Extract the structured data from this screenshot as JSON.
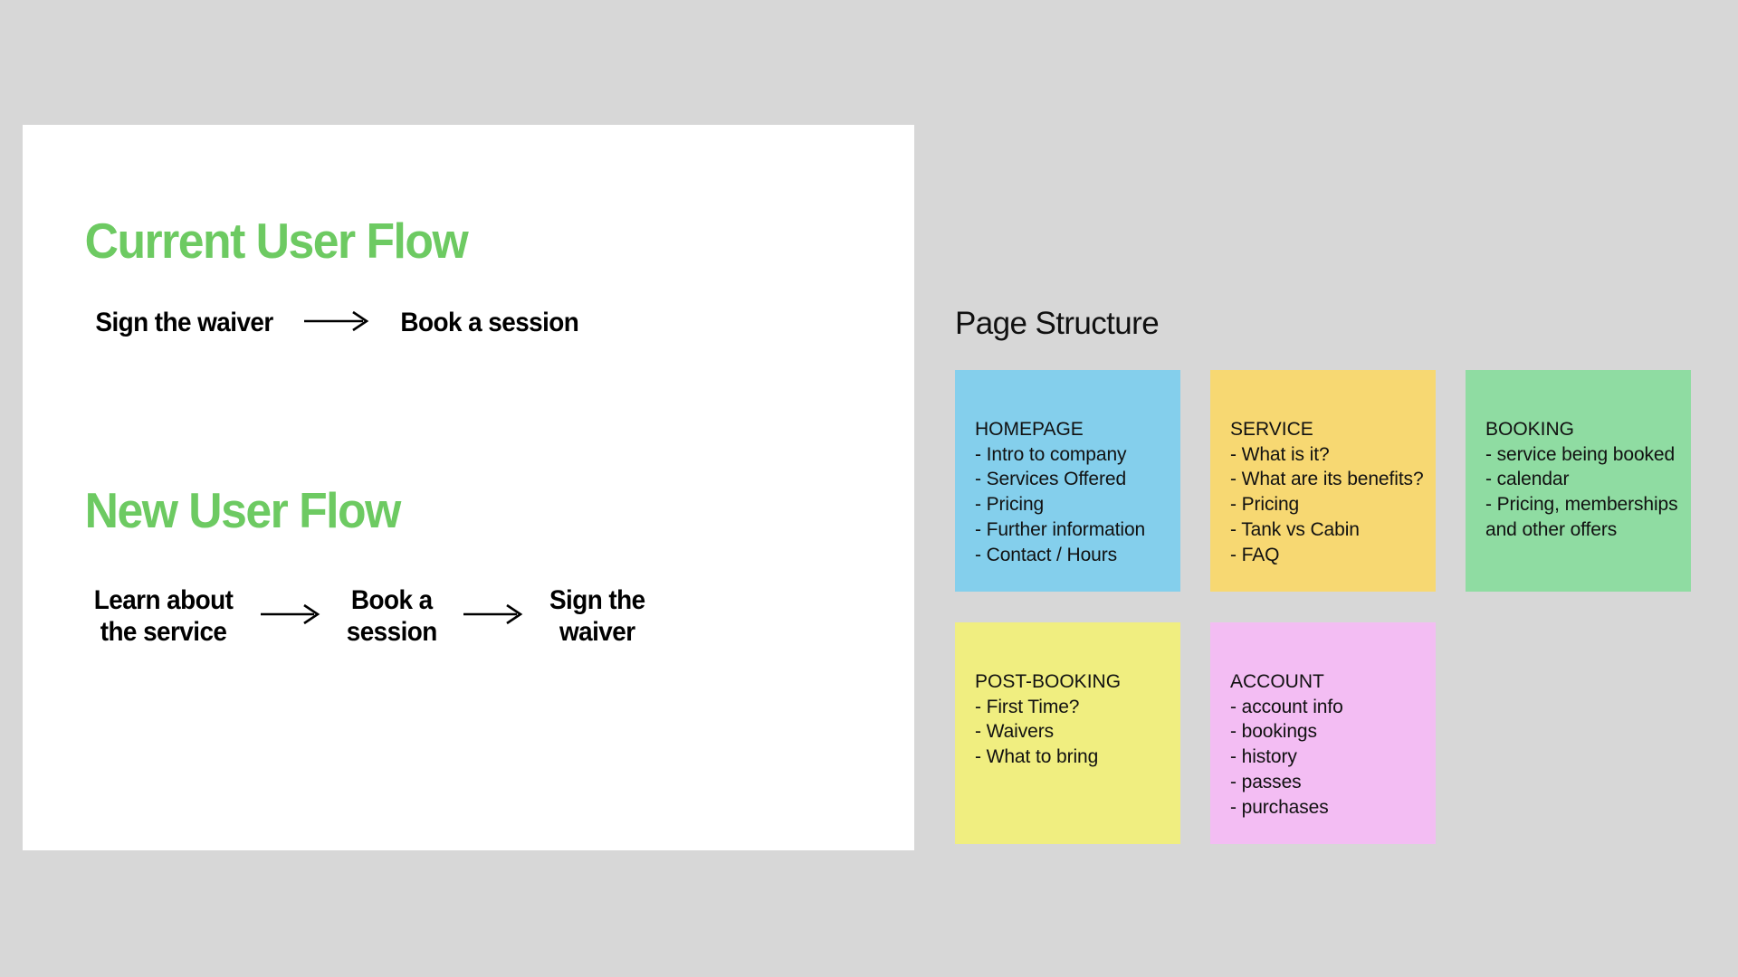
{
  "background_color": "#d7d7d7",
  "card": {
    "background_color": "#ffffff"
  },
  "accent_color": "#6dca62",
  "flows": {
    "current": {
      "heading": "Current User Flow",
      "steps": [
        "Sign the waiver",
        "Book a session"
      ],
      "arrow_icon": "arrow-right-icon"
    },
    "new": {
      "heading": "New User Flow",
      "steps": [
        "Learn about\nthe service",
        "Book a\nsession",
        "Sign the\nwaiver"
      ],
      "arrow_icon": "arrow-right-icon"
    }
  },
  "structure": {
    "title": "Page Structure",
    "notes": [
      {
        "title": "HOMEPAGE",
        "color": "#84cfec",
        "items": [
          "- Intro to company",
          "- Services Offered",
          "- Pricing",
          "- Further information",
          "- Contact / Hours"
        ]
      },
      {
        "title": "SERVICE",
        "color": "#f7d872",
        "items": [
          "- What is it?",
          "- What are its benefits?",
          "- Pricing",
          "- Tank vs Cabin",
          "- FAQ"
        ]
      },
      {
        "title": "BOOKING",
        "color": "#8fdca2",
        "items": [
          "- service being booked",
          "- calendar",
          "- Pricing, memberships\nand other offers"
        ]
      },
      {
        "title": "POST-BOOKING",
        "color": "#f0ee80",
        "items": [
          "- First Time?",
          "- Waivers",
          "- What to bring"
        ]
      },
      {
        "title": "ACCOUNT",
        "color": "#f3bdf3",
        "items": [
          "- account info",
          "- bookings",
          "- history",
          "- passes",
          "- purchases"
        ]
      }
    ]
  }
}
